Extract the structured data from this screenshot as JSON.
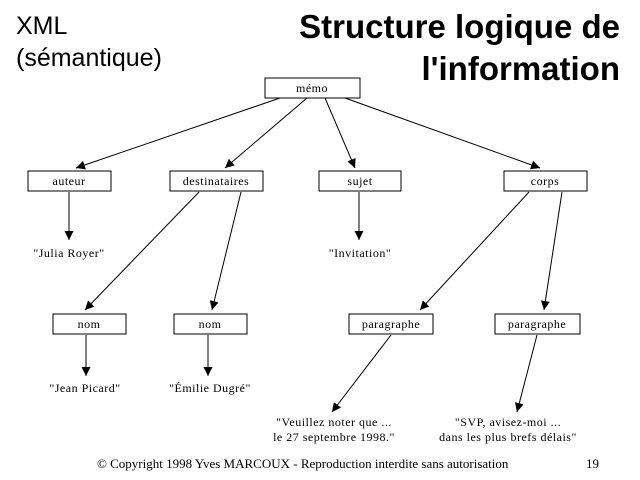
{
  "header": {
    "corner_label": "XML\n(sémantique)",
    "title": "Structure logique de\nl'information"
  },
  "diagram": {
    "boxes": {
      "memo": "mémo",
      "auteur": "auteur",
      "destinataires": "destinataires",
      "sujet": "sujet",
      "corps": "corps",
      "nom1": "nom",
      "nom2": "nom",
      "paragraphe1": "paragraphe",
      "paragraphe2": "paragraphe"
    },
    "values": {
      "auteur_val": "\"Julia Royer\"",
      "sujet_val": "\"Invitation\"",
      "nom1_val": "\"Jean Picard\"",
      "nom2_val": "\"Émilie Dugré\"",
      "para1_line1": "\"Veuillez noter que ...",
      "para1_line2": "le 27 septembre 1998.\"",
      "para2_line1": "\"SVP, avisez-moi ...",
      "para2_line2": "dans les plus brefs délais\""
    }
  },
  "footer": {
    "copyright": "© Copyright 1998 Yves MARCOUX - Reproduction interdite sans autorisation",
    "page_number": "19"
  }
}
